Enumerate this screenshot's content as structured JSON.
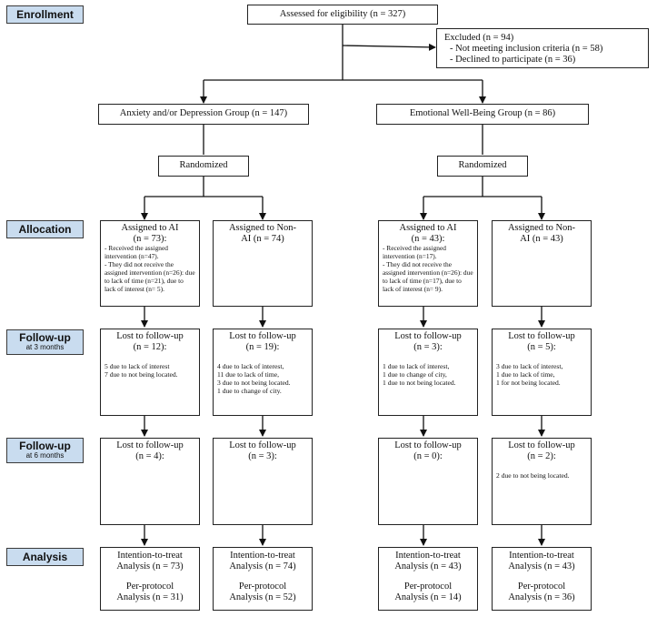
{
  "stages": {
    "enrollment": "Enrollment",
    "allocation": "Allocation",
    "followup3": "Follow-up",
    "followup3_sub": "at 3 months",
    "followup6": "Follow-up",
    "followup6_sub": "at 6 months",
    "analysis": "Analysis"
  },
  "eligibility": "Assessed for eligibility (n = 327)",
  "excluded": {
    "title": "Excluded (n = 94)",
    "line1": "- Not meeting inclusion criteria (n = 58)",
    "line2": "- Declined to participate (n = 36)"
  },
  "groups": {
    "left": "Anxiety and/or Depression  Group (n = 147)",
    "right": "Emotional Well-Being Group (n = 86)"
  },
  "randomized": "Randomized",
  "allocation": {
    "c1": {
      "title1": "Assigned to AI",
      "title2": "(n = 73):",
      "detail": "- Received the assigned intervention (n=47).\n- They did not receive the assigned intervention (n=26): due to lack of time (n=21), due to lack of interest (n= 5)."
    },
    "c2": {
      "title1": "Assigned to Non-",
      "title2": "AI (n = 74)"
    },
    "c3": {
      "title1": "Assigned to AI",
      "title2": "(n = 43):",
      "detail": "- Received the assigned intervention (n=17).\n- They did not receive the assigned intervention (n=26): due to lack of time (n=17), due to lack of interest (n= 9)."
    },
    "c4": {
      "title1": "Assigned to Non-",
      "title2": "AI (n = 43)"
    }
  },
  "followup3": {
    "c1": {
      "title1": "Lost to follow-up",
      "title2": "(n = 12):",
      "detail": "5 due to lack of interest\n7 due to not being located."
    },
    "c2": {
      "title1": "Lost to follow-up",
      "title2": "(n = 19):",
      "detail": "4 due to lack of interest,\n11 due to lack of time,\n3 due to not being located.\n1 due to change of city."
    },
    "c3": {
      "title1": "Lost to follow-up",
      "title2": "(n = 3):",
      "detail": "1 due to lack of interest,\n1 due to change of city,\n1 due to not being located."
    },
    "c4": {
      "title1": "Lost to follow-up",
      "title2": "(n = 5):",
      "detail": "3 due to lack of interest,\n1 due to lack of time,\n1 for not being located."
    }
  },
  "followup6": {
    "c1": {
      "title1": "Lost to follow-up",
      "title2": "(n = 4):",
      "detail": ""
    },
    "c2": {
      "title1": "Lost to follow-up",
      "title2": "(n = 3):",
      "detail": ""
    },
    "c3": {
      "title1": "Lost to follow-up",
      "title2": "(n = 0):",
      "detail": ""
    },
    "c4": {
      "title1": "Lost to follow-up",
      "title2": "(n = 2):",
      "detail": "2 due to not being located."
    }
  },
  "analysis": {
    "c1": {
      "itt1": "Intention-to-treat",
      "itt2": "Analysis (n = 73)",
      "pp1": "Per-protocol",
      "pp2": "Analysis (n = 31)"
    },
    "c2": {
      "itt1": "Intention-to-treat",
      "itt2": "Analysis (n = 74)",
      "pp1": "Per-protocol",
      "pp2": "Analysis (n = 52)"
    },
    "c3": {
      "itt1": "Intention-to-treat",
      "itt2": "Analysis (n = 43)",
      "pp1": "Per-protocol",
      "pp2": "Analysis (n = 14)"
    },
    "c4": {
      "itt1": "Intention-to-treat",
      "itt2": "Analysis (n = 43)",
      "pp1": "Per-protocol",
      "pp2": "Analysis (n = 36)"
    }
  }
}
